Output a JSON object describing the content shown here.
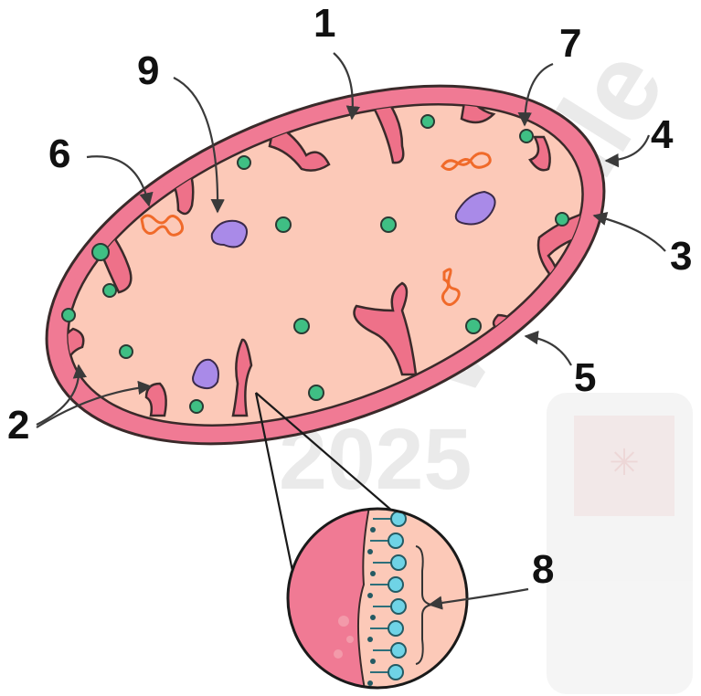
{
  "labels": {
    "l1": "1",
    "l2": "2",
    "l3": "3",
    "l4": "4",
    "l5": "5",
    "l6": "6",
    "l7": "7",
    "l8": "8",
    "l9": "9"
  },
  "watermark": {
    "brand": "Wellfile",
    "year": "2025"
  },
  "colors": {
    "outer_membrane": "#f07a94",
    "matrix": "#fcc9b8",
    "cristae": "#ee7189",
    "ribosome": "#3fbf84",
    "granule": "#a98ae8",
    "dna": "#f06a2a",
    "lipid_head": "#6fd3e6"
  }
}
